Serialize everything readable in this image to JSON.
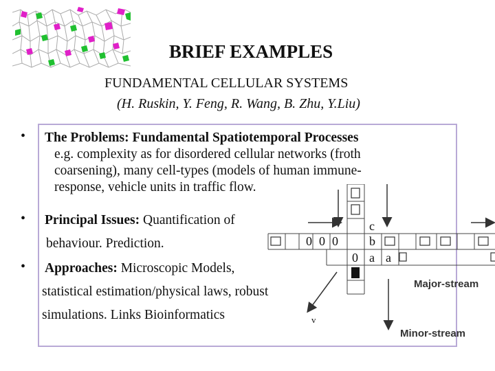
{
  "header": {
    "title": "BRIEF EXAMPLES",
    "subtitle": "FUNDAMENTAL CELLULAR SYSTEMS",
    "authors": "(H. Ruskin, Y. Feng, R. Wang, B. Zhu, Y.Liu)"
  },
  "bullets": [
    {
      "bold": "The Problems: Fundamental Spatiotemporal Processes",
      "lines": [
        "e.g. complexity as for disordered cellular networks (froth",
        "coarsening), many cell-types (models of human immune-",
        "response, vehicle units in traffic flow."
      ]
    },
    {
      "bold": "Principal Issues:",
      "rest": " Quantification of",
      "lines": [
        "behaviour. Prediction."
      ]
    },
    {
      "bold": "Approaches:",
      "rest": " Microscopic Models,",
      "lines": [
        "statistical estimation/physical laws, robust",
        "simulations. Links Bioinformatics"
      ]
    }
  ],
  "diagram": {
    "row_cells": [
      "0",
      "0",
      "0",
      "b"
    ],
    "row2_cells": [
      "0",
      "a",
      "a"
    ],
    "col_cell": "c",
    "v_label": "v",
    "major_label": "Major-stream",
    "minor_label": "Minor-stream"
  },
  "colors": {
    "frame": "#b8a9d6",
    "magenta": "#e020c8",
    "green": "#20c030"
  }
}
